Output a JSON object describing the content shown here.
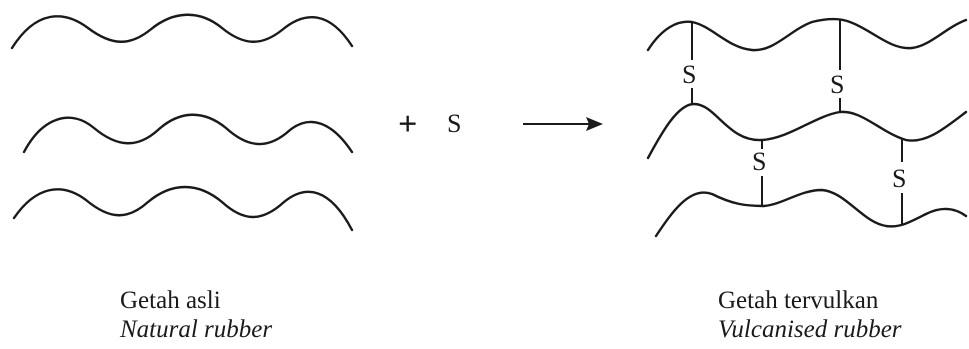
{
  "reactant": {
    "caption": "Getah asli",
    "caption_english": "Natural rubber"
  },
  "plus_sign": "+",
  "reagent": "S",
  "product": {
    "caption": "Getah tervulkan",
    "caption_english": "Vulcanised rubber",
    "crosslink_label": "S"
  },
  "colors": {
    "ink": "#1a1a1a",
    "background": "#ffffff"
  }
}
